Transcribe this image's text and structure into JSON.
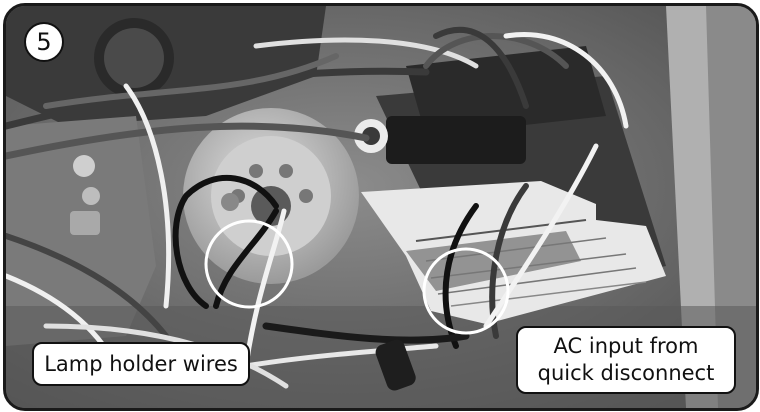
{
  "step": {
    "number": "5"
  },
  "callouts": {
    "lamp_holder": "Lamp holder wires",
    "ac_input_line1": "AC input from",
    "ac_input_line2": "quick disconnect"
  },
  "colors": {
    "frame_border": "#1a1a1a",
    "callout_bg": "#ffffff",
    "highlight_circle": "#ffffff"
  }
}
